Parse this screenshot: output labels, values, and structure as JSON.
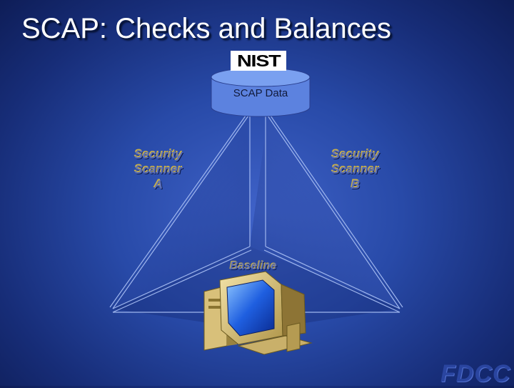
{
  "slide": {
    "title": "SCAP:  Checks and Balances",
    "logo_text": "NIST",
    "database_label": "SCAP Data",
    "scanner_a": {
      "line1": "Security",
      "line2": "Scanner",
      "line3": "A"
    },
    "scanner_b": {
      "line1": "Security",
      "line2": "Scanner",
      "line3": "B"
    },
    "baseline_label": "Baseline",
    "watermark": "FDCC"
  },
  "colors": {
    "background_center": "#3f62c8",
    "background_edge": "#0e1d57",
    "database_fill": "#5c82df",
    "database_top": "#7aa0f0",
    "pyramid_lines": "#9fb6ee",
    "label_text": "#5a6eb8",
    "label_shadow": "#c9b04a"
  },
  "icons": {
    "logo": "nist-logo",
    "database": "database-cylinder-icon",
    "computer": "desktop-computer-icon"
  }
}
